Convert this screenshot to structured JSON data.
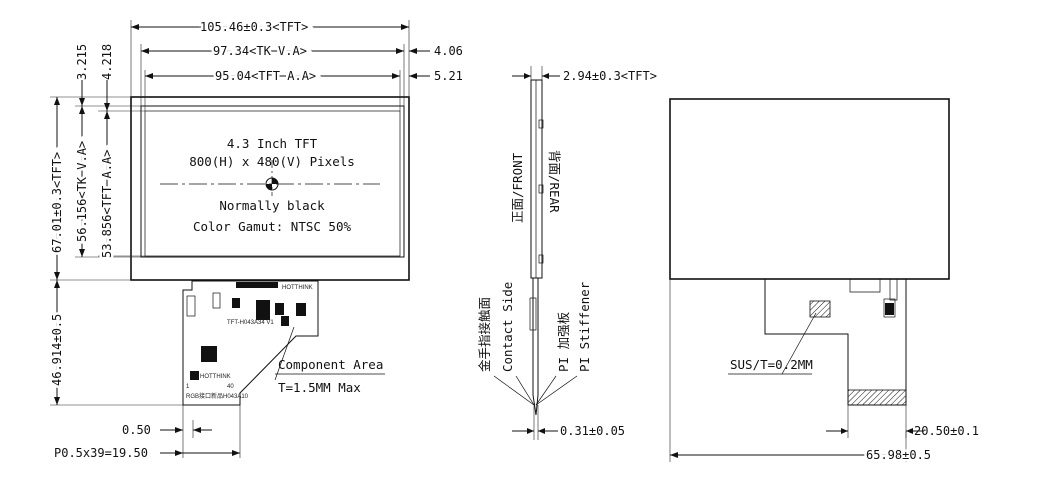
{
  "front_view": {
    "center_text": {
      "line1": "4.3 Inch TFT",
      "line2": "800(H) x 480(V) Pixels",
      "line3": "Normally black",
      "line4": "Color Gamut: NTSC 50%"
    },
    "dims": {
      "outline_width": "105.46±0.3<TFT>",
      "tk_va_width": "97.34<TK V.A>",
      "tft_aa_width": "95.04<TFT A.A>",
      "right_offset_top": "4.06",
      "right_offset_bottom": "5.21",
      "top_offset_1": "3.215",
      "top_offset_2": "4.218",
      "outline_height": "67.01±0.3<TFT>",
      "tk_va_height": "56.156<TK V.A>",
      "tft_aa_height": "53.856<TFT A.A>",
      "fpc_length": "46.914±0.5",
      "pitch_width": "0.50",
      "pitch_total": "P0.5x39=19.50"
    },
    "fpc": {
      "brand_text": "HOTTHINK",
      "board_code": "TFT-H043A34 V1",
      "pin_first": "1",
      "pin_last": "40",
      "bottom_code": "RGB接口新品H043A10"
    },
    "component_area": {
      "label": "Component Area",
      "thickness": "T=1.5MM Max"
    }
  },
  "side_view": {
    "thickness_top": "2.94±0.3<TFT>",
    "front_label": "正面/FRONT",
    "rear_label": "背面/REAR",
    "contact_cn": "金手指接触面",
    "contact_en": "Contact Side",
    "stiffener_cn": "PI 加强板",
    "stiffener_en": "PI Stiffener",
    "fpc_thickness": "0.31±0.05"
  },
  "rear_view": {
    "sus_label": "SUS/T=0.2MM",
    "stiffener_width": "20.50±0.1",
    "fpc_offset": "65.98±0.5"
  }
}
